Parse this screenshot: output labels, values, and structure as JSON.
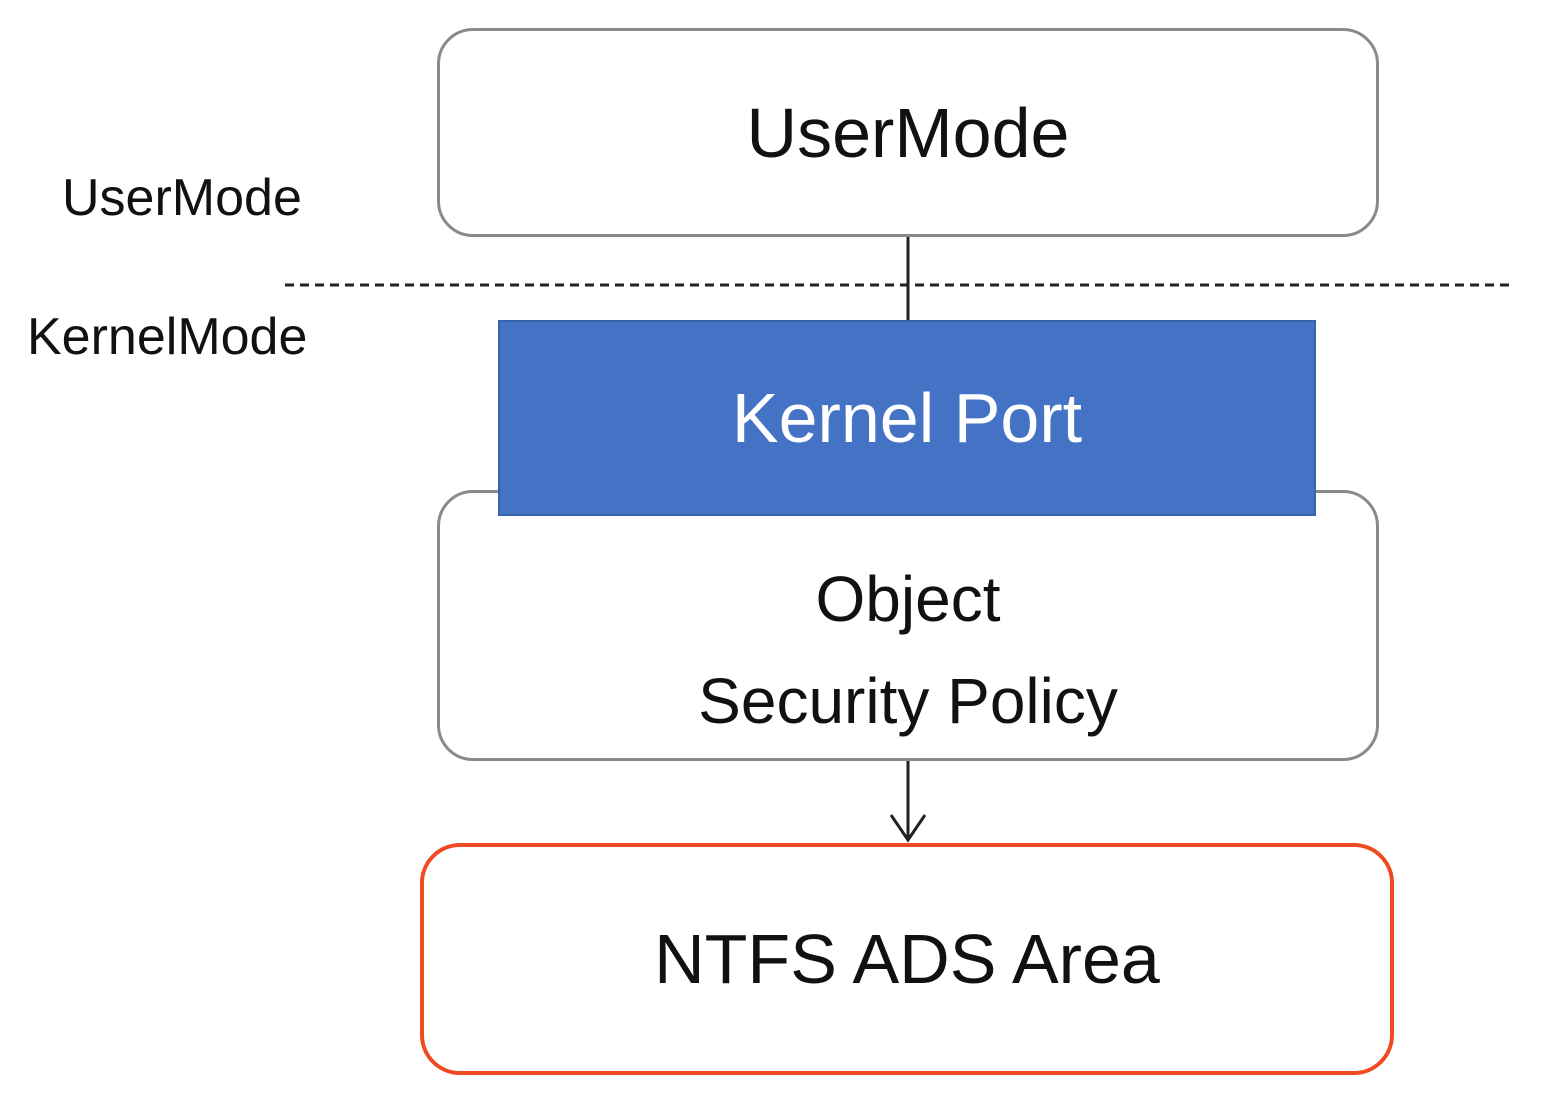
{
  "side_labels": {
    "user": "UserMode",
    "kernel": "KernelMode"
  },
  "nodes": {
    "user_mode": "UserMode",
    "kernel_port": "Kernel Port",
    "policy_line1": "Object",
    "policy_line2": "Security Policy",
    "ntfs": "NTFS ADS Area"
  },
  "colors": {
    "kernel_port_fill": "#4472c4",
    "ntfs_border": "#f04a23",
    "box_border": "#8a8a8a"
  }
}
